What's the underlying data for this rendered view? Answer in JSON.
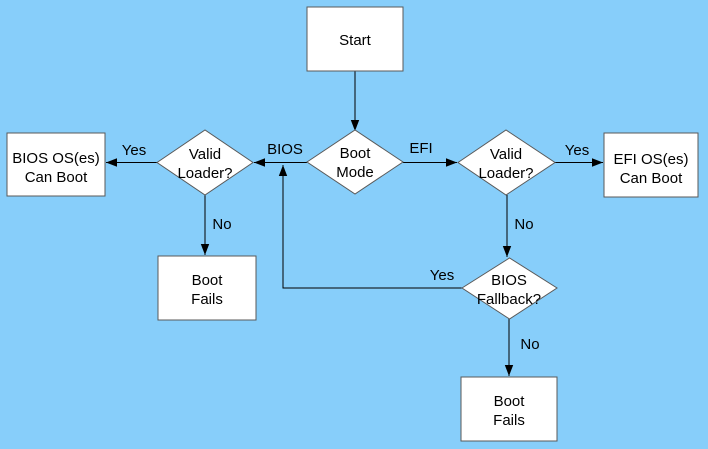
{
  "colors": {
    "background": "#87CEFA",
    "node_fill": "#FFFFFF",
    "node_border": "#595959",
    "edge": "#000000",
    "text": "#000000"
  },
  "nodes": {
    "start": {
      "label": "Start"
    },
    "boot_mode": {
      "line1": "Boot",
      "line2": "Mode"
    },
    "valid_loader_bios": {
      "line1": "Valid",
      "line2": "Loader?"
    },
    "valid_loader_efi": {
      "line1": "Valid",
      "line2": "Loader?"
    },
    "bios_os_can_boot": {
      "line1": "BIOS OS(es)",
      "line2": "Can Boot"
    },
    "efi_os_can_boot": {
      "line1": "EFI OS(es)",
      "line2": "Can Boot"
    },
    "boot_fails_bios": {
      "line1": "Boot",
      "line2": "Fails"
    },
    "bios_fallback": {
      "line1": "BIOS",
      "line2": "Fallback?"
    },
    "boot_fails_efi": {
      "line1": "Boot",
      "line2": "Fails"
    }
  },
  "edge_labels": {
    "boot_mode_bios": "BIOS",
    "boot_mode_efi": "EFI",
    "valid_loader_bios_yes": "Yes",
    "valid_loader_bios_no": "No",
    "valid_loader_efi_yes": "Yes",
    "valid_loader_efi_no": "No",
    "bios_fallback_yes": "Yes",
    "bios_fallback_no": "No"
  }
}
